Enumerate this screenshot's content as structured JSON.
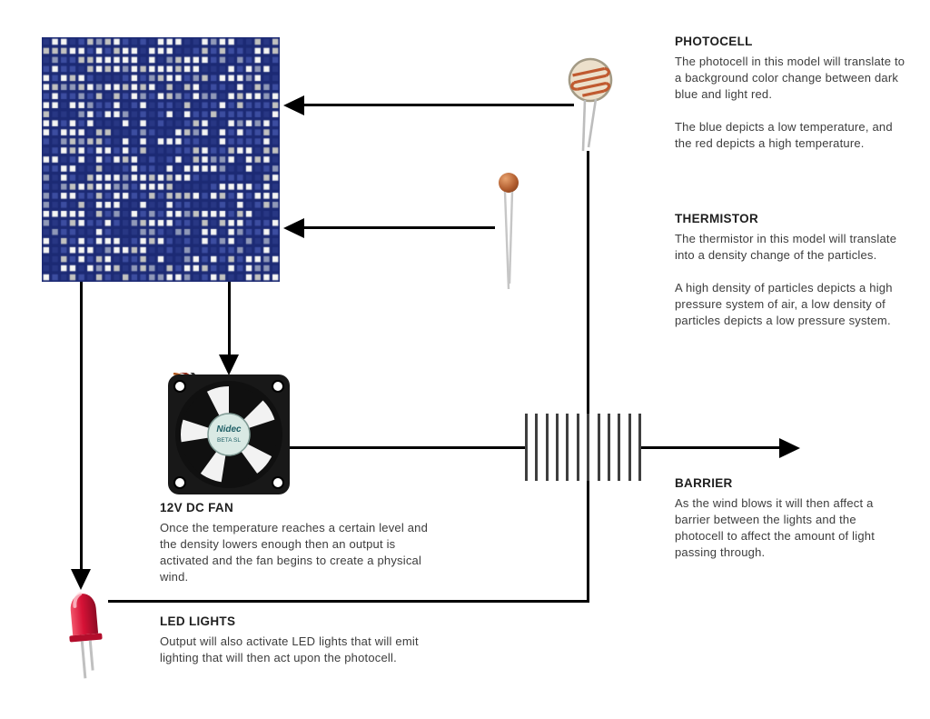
{
  "grid": {
    "cols": 27,
    "rows": 27,
    "seed": 987654321,
    "bg_color": "#1c2a74",
    "palette": [
      {
        "c": "#f6f6f4",
        "w": 0.3
      },
      {
        "c": "#c2c2c0",
        "w": 0.12
      },
      {
        "c": "#9099b9",
        "w": 0.1
      },
      {
        "c": "#3c4da0",
        "w": 0.23
      },
      {
        "c": "#283784",
        "w": 0.25
      }
    ]
  },
  "barrier_graphic": {
    "bars": 12,
    "color": "#3f3f3f"
  },
  "photocell": {
    "title": "PHOTOCELL",
    "body1": "The photocell in this model will translate to a background color change between dark blue and light red.",
    "body2": "The blue depicts a low temperature, and the red depicts a high temperature."
  },
  "thermistor": {
    "title": "THERMISTOR",
    "body1": "The thermistor in this model will translate into a density change of the particles.",
    "body2": "A high density of particles depicts a high pressure system of air, a low density of particles depicts a low pressure system."
  },
  "fan": {
    "title": "12V DC FAN",
    "body": "Once the temperature reaches a certain level and the density lowers enough then an output is activated and the fan begins to create a physical wind.",
    "hub_brand": "Nidec",
    "hub_model": "BETA SL"
  },
  "led": {
    "title": "LED LIGHTS",
    "body": "Output will also activate LED lights that will emit lighting that will then act upon the photocell."
  },
  "barrier": {
    "title": "BARRIER",
    "body": "As the wind blows it will then affect a barrier between the lights and the photocell to affect the amount of light passing through."
  }
}
